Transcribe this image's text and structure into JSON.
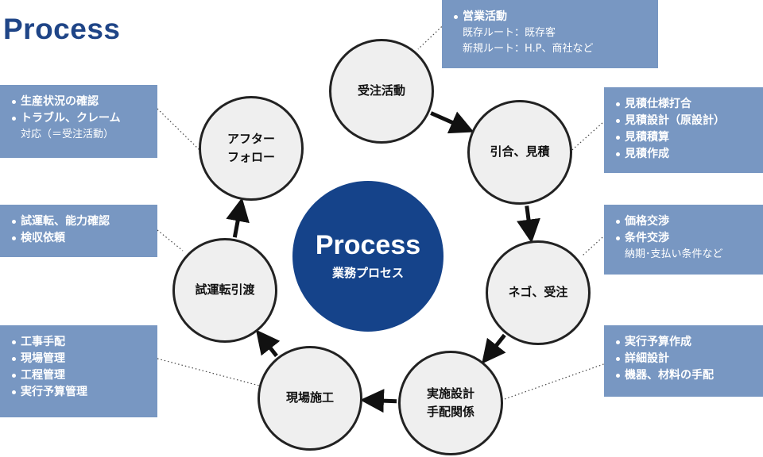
{
  "title": "Process",
  "center": {
    "title": "Process",
    "subtitle": "業務プロセス"
  },
  "steps": [
    {
      "id": "juchu",
      "lines": [
        "受注活動"
      ]
    },
    {
      "id": "hikiai",
      "lines": [
        "引合、見積"
      ]
    },
    {
      "id": "nego",
      "lines": [
        "ネゴ、受注"
      ]
    },
    {
      "id": "jisshi",
      "lines": [
        "実施設計",
        "手配関係"
      ]
    },
    {
      "id": "genba",
      "lines": [
        "現場施工"
      ]
    },
    {
      "id": "shiun",
      "lines": [
        "試運転引渡"
      ]
    },
    {
      "id": "after",
      "lines": [
        "アフター",
        "フォロー"
      ]
    }
  ],
  "notes": {
    "juchu": {
      "items": [
        "営業活動"
      ],
      "sub": [
        "既存ルート：既存客",
        "新規ルート：H.P、商社など"
      ]
    },
    "hikiai": {
      "items": [
        "見積仕様打合",
        "見積設計（原設計）",
        "見積積算",
        "見積作成"
      ],
      "sub": []
    },
    "nego": {
      "items": [
        "価格交渉",
        "条件交渉"
      ],
      "sub": [
        "納期･支払い条件など"
      ]
    },
    "jisshi": {
      "items": [
        "実行予算作成",
        "詳細設計",
        "機器、材料の手配"
      ],
      "sub": []
    },
    "genba": {
      "items": [
        "工事手配",
        "現場管理",
        "工程管理",
        "実行予算管理"
      ],
      "sub": []
    },
    "shiun": {
      "items": [
        "試運転、能力確認",
        "検収依頼"
      ],
      "sub": []
    },
    "after": {
      "items": [
        "生産状況の確認",
        "トラブル、クレーム"
      ],
      "sub": [
        "対応（＝受注活動）"
      ]
    }
  },
  "colors": {
    "brand": "#1f4587",
    "center": "#15438a",
    "note": "#7897c2",
    "node": "#efefef"
  }
}
